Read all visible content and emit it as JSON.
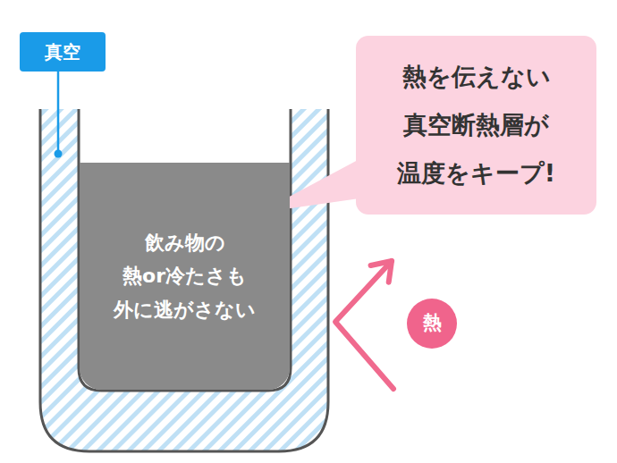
{
  "diagram": {
    "nodes": [
      {
        "text": [
          "真空"
        ]
      },
      {
        "text": [
          "熱を伝えない 真空断熱層が 温度をキープ!"
        ]
      },
      {
        "text": [
          "飲み物の 熱or冷たさも 外に逃がさない"
        ]
      },
      {
        "text": [
          "熱"
        ]
      }
    ]
  }
}
